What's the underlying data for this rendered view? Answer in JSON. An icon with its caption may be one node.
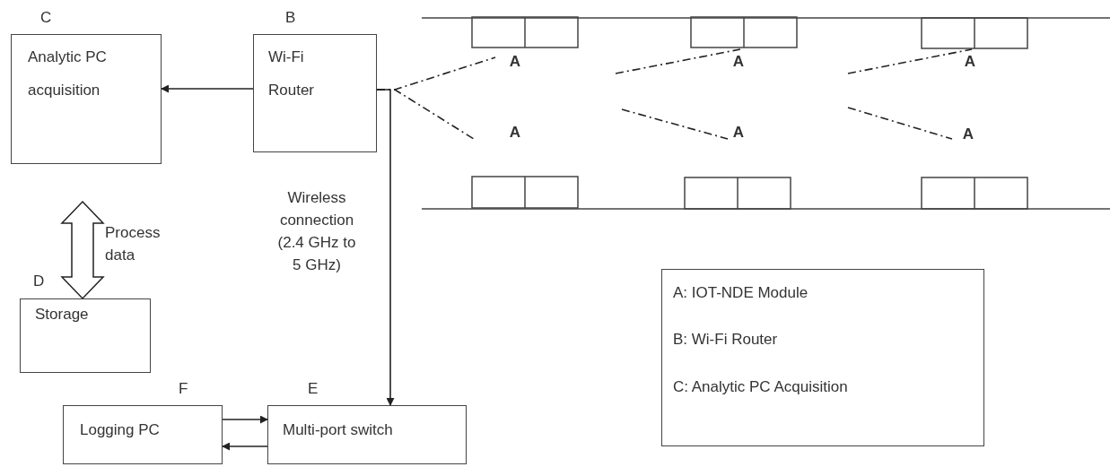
{
  "diagram": {
    "nodes": [
      {
        "text": [
          "C",
          "Analytic PC acquisition"
        ]
      },
      {
        "text": [
          "B",
          "Wi-Fi Router"
        ]
      },
      {
        "text": [
          "D",
          "Storage"
        ]
      },
      {
        "text": [
          "F",
          "Logging PC"
        ]
      },
      {
        "text": [
          "E",
          "Multi-port switch"
        ]
      },
      {
        "text": [
          "A: IOT-NDE Module",
          "B: Wi-Fi Router",
          "C: Analytic PC Acquisition"
        ]
      },
      {
        "text": [
          "A"
        ]
      },
      {
        "text": [
          "A"
        ]
      },
      {
        "text": [
          "A"
        ]
      },
      {
        "text": [
          "A"
        ]
      },
      {
        "text": [
          "A"
        ]
      },
      {
        "text": [
          "A"
        ]
      }
    ],
    "edges": [
      {
        "from": 1,
        "to": 0,
        "arrow": "to"
      },
      {
        "from": 0,
        "to": 2,
        "arrow": "both",
        "label": "Process data",
        "style": "thick"
      },
      {
        "from": 1,
        "to": 4,
        "arrow": "to",
        "label": "Wireless connection (2.4 GHz to 5 GHz)"
      },
      {
        "from": 3,
        "to": 4,
        "arrow": "to"
      },
      {
        "from": 4,
        "to": 3,
        "arrow": "to"
      },
      {
        "from": 1,
        "to": 6,
        "arrow": "none",
        "style": "dashed"
      },
      {
        "from": 1,
        "to": 9,
        "arrow": "none",
        "style": "dashed"
      },
      {
        "from": null,
        "to": 7,
        "arrow": "none",
        "style": "dashed"
      },
      {
        "from": null,
        "to": 8,
        "arrow": "none",
        "style": "dashed"
      },
      {
        "from": null,
        "to": 10,
        "arrow": "none",
        "style": "dashed"
      },
      {
        "from": null,
        "to": 11,
        "arrow": "none",
        "style": "dashed"
      }
    ]
  }
}
